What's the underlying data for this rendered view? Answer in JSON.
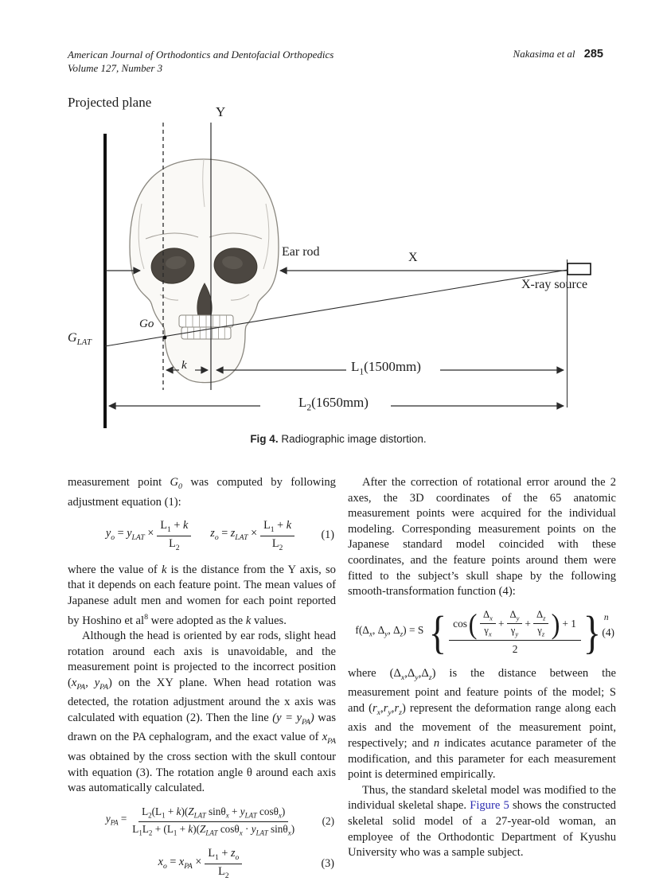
{
  "header": {
    "journal_line1": "American Journal of Orthodontics and Dentofacial Orthopedics",
    "journal_line2": "Volume 127, Number 3",
    "authors": "Nakasima et al",
    "page_number": "285"
  },
  "figure": {
    "caption_label": "Fig 4.",
    "caption_text": " Radiographic image distortion.",
    "labels": {
      "projected_plane": "Projected plane",
      "y_axis": "Y",
      "x_axis": "X",
      "ear_rod": "Ear rod",
      "xray_source": "X-ray source",
      "g_lat": "*G~LAT~*",
      "go": "*Go*",
      "k": "*k*",
      "l1": "L~1~(1500mm)",
      "l2": "L~2~(1650mm)"
    }
  },
  "columns": {
    "left": {
      "p1": "measurement point *G~0~* was computed by following adjustment equation (1):",
      "p2": "where the value of *k* is the distance from the Y axis, so that it depends on each feature point. The mean values of Japanese adult men and women for each point reported by Hoshino et al^8^ were adopted as the *k* values.",
      "p3": "Although the head is oriented by ear rods, slight head rotation around each axis is unavoidable, and the measurement point is projected to the incorrect position (*x~PA~*, *y~PA~*) on the XY plane. When head rotation was detected, the rotation adjustment around the x axis was calculated with equation (2). Then the line *(y = y~PA~)* was drawn on the PA cephalogram, and the exact value of *x~PA~* was obtained by the cross section with the skull contour with equation (3). The rotation angle θ around each axis was automatically calculated."
    },
    "right": {
      "p1": "After the correction of rotational error around the 2 axes, the 3D coordinates of the 65 anatomic measurement points were acquired for the individual modeling. Corresponding measurement points on the Japanese standard model coincided with these coordinates, and the feature points around them were fitted to the subject’s skull shape by the following smooth-transformation function (4):",
      "p2": "where (Δ~*x*~,Δ~*y*~,Δ~*z*~) is the distance between the measurement point and feature points of the model; S and (*r~x~*,*r~y~*,*r~z~*) represent the deformation range along each axis and the movement of the measurement point, respectively; and *n* indicates acutance parameter of the modification, and this parameter for each measurement point is determined empirically.",
      "p3": "Thus, the standard skeletal model was modified to the individual skeletal shape. [[Figure 5]] shows the constructed skeletal solid model of a 27-year-old woman, an employee of the Orthodontic Department of Kyushu University who was a sample subject."
    }
  },
  "equations": {
    "eq1": {
      "lhs_a": "*y~o~* = *y~LAT~* ×",
      "num_a": "L~1~ + *k*",
      "den_a": "L~2~",
      "lhs_b": "*z~o~* = *z~LAT~* ×",
      "num_b": "L~1~ + *k*",
      "den_b": "L~2~",
      "number": "(1)"
    },
    "eq2": {
      "lhs": "*y~PA~* =",
      "num": "L~2~(L~1~ + *k*)(*Z~LAT~* sinθ~*x*~ + *y~LAT~* cosθ~*x*~)",
      "den": "L~1~L~2~ + (L~1~ + *k*)(*Z~LAT~* cosθ~*x*~ · *y~LAT~* sinθ~*x*~)",
      "number": "(2)"
    },
    "eq3": {
      "lhs": "*x~o~* = *x~PA~* ×",
      "num": "L~1~ + *z~o~*",
      "den": "L~2~",
      "number": "(3)"
    },
    "eq4": {
      "lhs": "f(Δ~*x*~, Δ~*y*~, Δ~*z*~) = S",
      "cos": "cos",
      "terms": [
        {
          "num": "Δ~*x*~",
          "den": "γ~*x*~"
        },
        {
          "num": "Δ~*y*~",
          "den": "γ~*y*~"
        },
        {
          "num": "Δ~*z*~",
          "den": "γ~*z*~"
        }
      ],
      "plus": "+",
      "plus_one": "+ 1",
      "den": "2",
      "exp": "n",
      "number": "(4)"
    }
  },
  "colors": {
    "link_blue": "#2b2bb0",
    "ink": "#1b1b1b",
    "skull_stroke": "#8a877f"
  }
}
